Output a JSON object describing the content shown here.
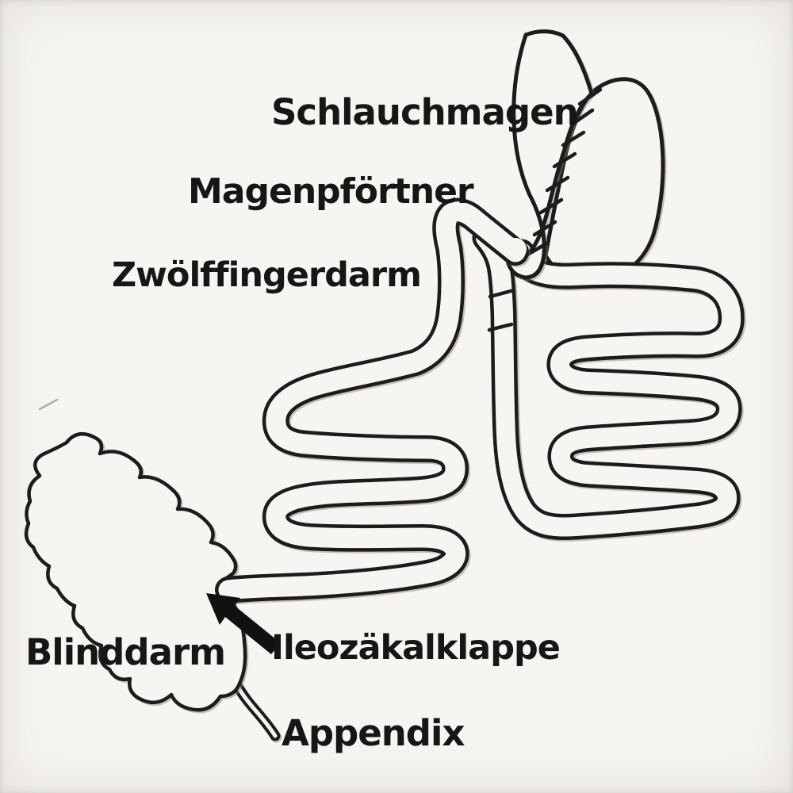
{
  "canvas": {
    "paper_color": "#f7f5f2",
    "ink_color": "#1c1c1c",
    "pencil_color": "#a9a49b",
    "arrow_color": "#111111"
  },
  "labels": {
    "schlauchmagen": "Schlauchmagen",
    "magenpfoertner": "Magenpförtner",
    "zwoelffingerdarm": "Zwölffingerdarm",
    "blinddarm": "Blinddarm",
    "ileozaekalklappe": "Ileozäkalklappe",
    "appendix": "Appendix"
  }
}
